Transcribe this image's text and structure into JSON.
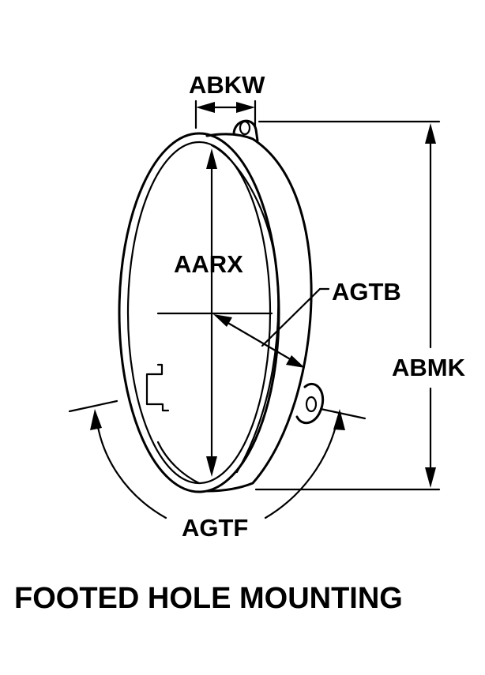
{
  "labels": {
    "abkw": "ABKW",
    "aarx": "AARX",
    "agtb": "AGTB",
    "abmk": "ABMK",
    "agtf": "AGTF"
  },
  "caption": "FOOTED HOLE MOUNTING",
  "colors": {
    "ink": "#000000",
    "background": "#ffffff"
  }
}
